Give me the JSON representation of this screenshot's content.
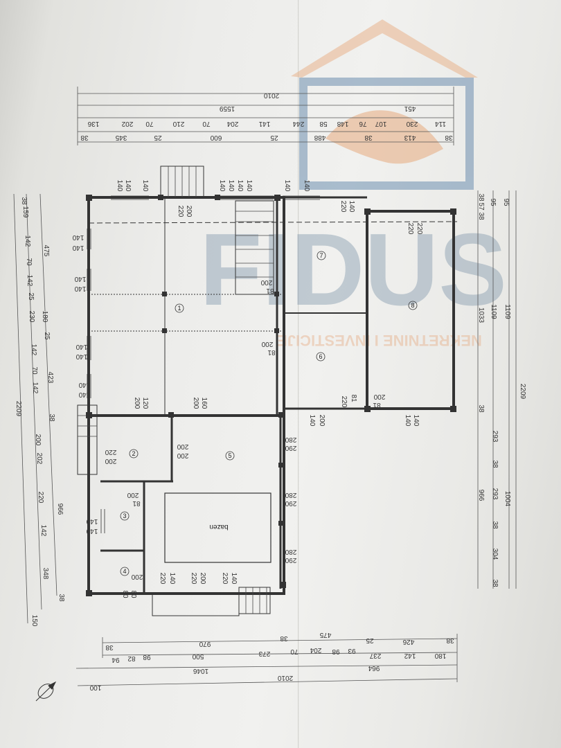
{
  "watermark": {
    "brand": "FIDUS",
    "tagline": "NEKRETNINE I INVESTICIJE",
    "colors": {
      "roof": "#e9b48d",
      "hands": "#e7ab7f",
      "frame": "#6e8fb0",
      "text": "#7e95aa",
      "tagline": "#e8b693"
    }
  },
  "top_dims": {
    "total": "2010",
    "part": "1559",
    "right": "451",
    "row3": [
      "136",
      "202",
      "70",
      "210",
      "70",
      "204",
      "141",
      "244",
      "58",
      "148",
      "76",
      "107",
      "230",
      "114"
    ],
    "row4": [
      "38",
      "345",
      "25",
      "600",
      "25",
      "488",
      "38",
      "413",
      "38"
    ]
  },
  "bottom_dims": {
    "row1": [
      "38",
      "970",
      "38",
      "475",
      "25",
      "426",
      "38"
    ],
    "row2": [
      "94",
      "82",
      "98",
      "500",
      "273",
      "70",
      "204",
      "98",
      "93",
      "237",
      "142",
      "180"
    ],
    "row3": [
      "1046",
      "964"
    ],
    "row4": [
      "100",
      "2010"
    ]
  },
  "left_dims": {
    "outer": "2209",
    "mid": [
      "475",
      "423",
      "966"
    ],
    "inner": [
      "38",
      "159",
      "142",
      "70",
      "142",
      "25",
      "230",
      "180",
      "25",
      "142",
      "70",
      "142",
      "38",
      "200",
      "202",
      "220",
      "142",
      "348",
      "38",
      "150"
    ]
  },
  "right_dims": {
    "outer": "2209",
    "mid": [
      "1109",
      "1004"
    ],
    "inner": [
      "95",
      "95",
      "1109",
      "1033",
      "38",
      "293",
      "38",
      "293",
      "38",
      "304",
      "38",
      "966"
    ],
    "small": [
      "38",
      "57",
      "38"
    ]
  },
  "rooms": [
    {
      "num": "1"
    },
    {
      "num": "2"
    },
    {
      "num": "3"
    },
    {
      "num": "4"
    },
    {
      "num": "5"
    },
    {
      "num": "6"
    },
    {
      "num": "7"
    },
    {
      "num": "8"
    }
  ],
  "pool_label": "bazen",
  "openings": {
    "window_top": [
      "140",
      "140",
      "140",
      "140",
      "140",
      "140",
      "140",
      "140",
      "140"
    ],
    "door_main": "200",
    "door_main_2": "220",
    "window_140": "140",
    "door_81": "81",
    "door_200": "200",
    "door_120": "120",
    "door_160": "160",
    "door_220": "220",
    "door_280": "280",
    "door_290": "290",
    "door_80": "80"
  }
}
